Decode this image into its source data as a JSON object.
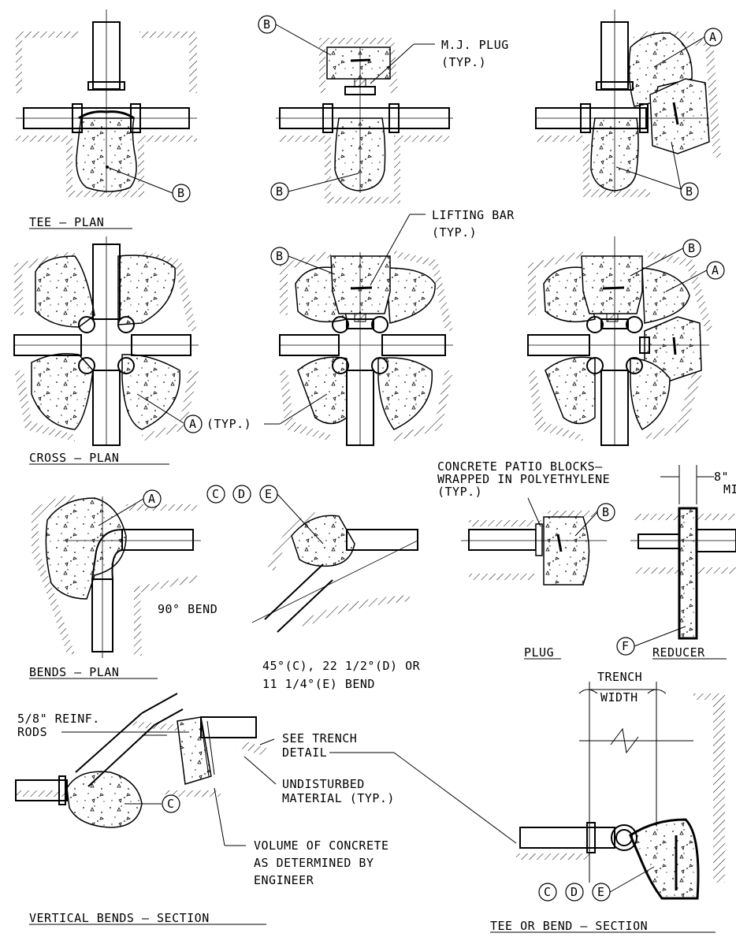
{
  "colors": {
    "ink": "#000000",
    "paper": "#ffffff"
  },
  "titles": {
    "tee_plan": "TEE – PLAN",
    "cross_plan": "CROSS – PLAN",
    "bends_plan": "BENDS – PLAN",
    "plug": "PLUG",
    "reducer": "REDUCER",
    "vertical_bends": "VERTICAL BENDS – SECTION",
    "tee_bend_section": "TEE OR BEND – SECTION"
  },
  "notes": {
    "mj_plug_1": "M.J. PLUG",
    "mj_plug_2": "(TYP.)",
    "lifting_bar_1": "LIFTING BAR",
    "lifting_bar_2": "(TYP.)",
    "typ": "(TYP.)",
    "patio_1": "CONCRETE PATIO BLOCKS–",
    "patio_2": "WRAPPED IN POLYETHYLENE",
    "patio_3": "(TYP.)",
    "min_1": "8\"",
    "min_2": "MI",
    "bend_90": "90° BEND",
    "bend_45_1": "45°(C), 22 1/2°(D) OR",
    "bend_45_2": "11 1/4°(E) BEND",
    "reinf_1": "5/8\" REINF.",
    "reinf_2": "RODS",
    "trench_detail_1": "SEE TRENCH",
    "trench_detail_2": "DETAIL",
    "undisturbed_1": "UNDISTURBED",
    "undisturbed_2": "MATERIAL (TYP.)",
    "volume_1": "VOLUME OF CONCRETE",
    "volume_2": "AS DETERMINED BY",
    "volume_3": "ENGINEER",
    "trench_1": "TRENCH",
    "trench_2": "WIDTH"
  },
  "bubbles": {
    "A": "A",
    "B": "B",
    "C": "C",
    "D": "D",
    "E": "E",
    "F": "F"
  }
}
